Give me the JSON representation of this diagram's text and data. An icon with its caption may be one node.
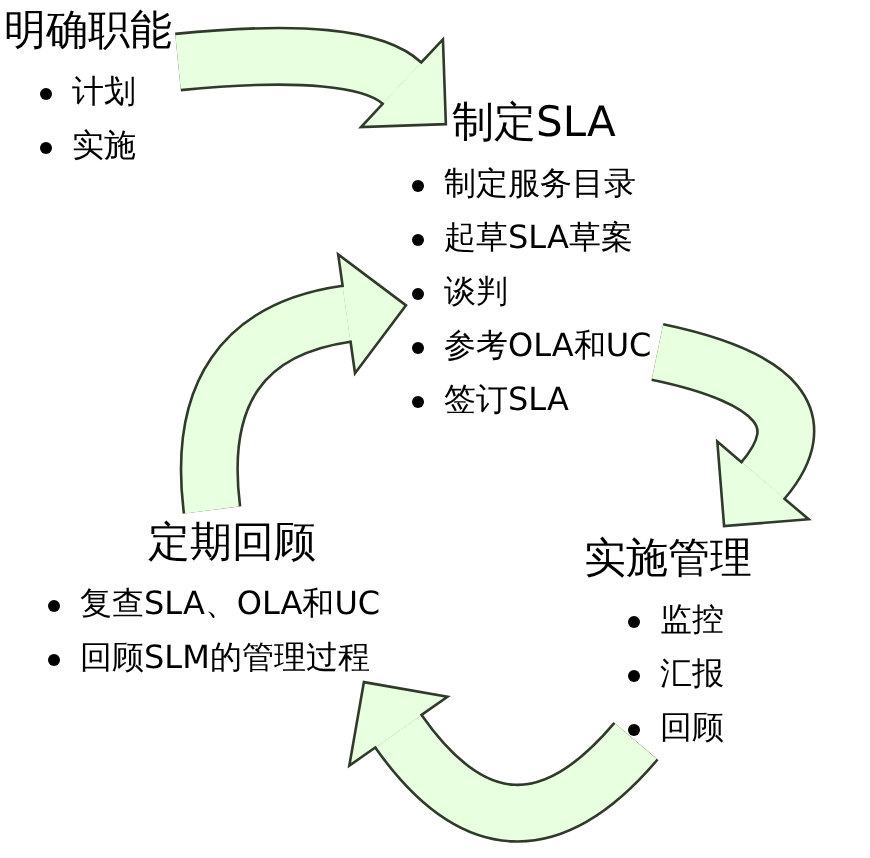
{
  "diagram": {
    "nodes": [
      {
        "text": [
          "明确职能",
          "计划",
          "实施"
        ]
      },
      {
        "text": [
          "制定SLA",
          "制定服务目录",
          "起草SLA草案",
          "谈判",
          "参考OLA和UC",
          "签订SLA"
        ]
      },
      {
        "text": [
          "实施管理",
          "监控",
          "汇报",
          "回顾"
        ]
      },
      {
        "text": [
          "定期回顾",
          "复查SLA、OLA和UC",
          "回顾SLM的管理过程"
        ]
      }
    ],
    "edges": [
      {
        "from": 0,
        "to": 1,
        "arrow": "to"
      },
      {
        "from": 1,
        "to": 2,
        "arrow": "to"
      },
      {
        "from": 2,
        "to": 3,
        "arrow": "to"
      },
      {
        "from": 3,
        "to": 1,
        "arrow": "to"
      }
    ]
  }
}
